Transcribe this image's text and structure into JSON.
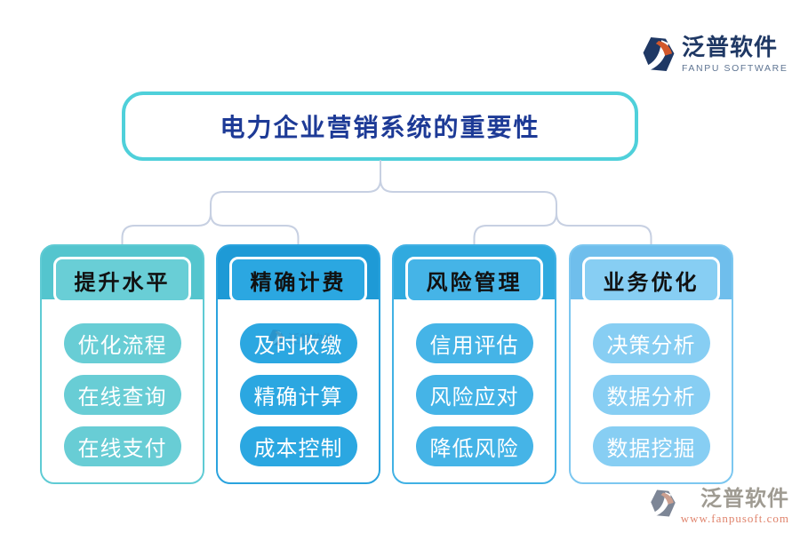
{
  "brand": {
    "name": "泛普软件",
    "subtitle": "FANPU SOFTWARE"
  },
  "title": "电力企业营销系统的重要性",
  "columns": [
    {
      "header": "提升水平",
      "items": [
        "优化流程",
        "在线查询",
        "在线支付"
      ],
      "colors": {
        "band": "#54c5ce",
        "header": "#69ced6",
        "pill": "#68cdd5",
        "border": "#5fcbd4"
      }
    },
    {
      "header": "精确计费",
      "items": [
        "及时收缴",
        "精确计算",
        "成本控制"
      ],
      "colors": {
        "band": "#1e9ad6",
        "header": "#2ba7e1",
        "pill": "#2ba7e1",
        "border": "#2aa3de"
      }
    },
    {
      "header": "风险管理",
      "items": [
        "信用评估",
        "风险应对",
        "降低风险"
      ],
      "colors": {
        "band": "#30aadf",
        "header": "#45b4e7",
        "pill": "#45b4e7",
        "border": "#41b1e4"
      }
    },
    {
      "header": "业务优化",
      "items": [
        "决策分析",
        "数据分析",
        "数据挖掘"
      ],
      "colors": {
        "band": "#6fbeec",
        "header": "#87cef3",
        "pill": "#87cef3",
        "border": "#7cc7f0"
      }
    }
  ],
  "watermark_center": {
    "brand": "泛普软件"
  },
  "footer": {
    "brand": "泛普软件",
    "url": "www.fanpusoft.com"
  },
  "colors": {
    "title_text": "#1d3a96",
    "title_border": "#4fd0da",
    "connector": "#c7d0e2",
    "logo_navy": "#1f3864",
    "logo_orange": "#d3582b",
    "logo_subtitle": "#5f7593",
    "header_text": "#111111",
    "pill_text": "#ffffff",
    "footer_brand": "#8f8a7f",
    "footer_url": "#e0846d"
  }
}
